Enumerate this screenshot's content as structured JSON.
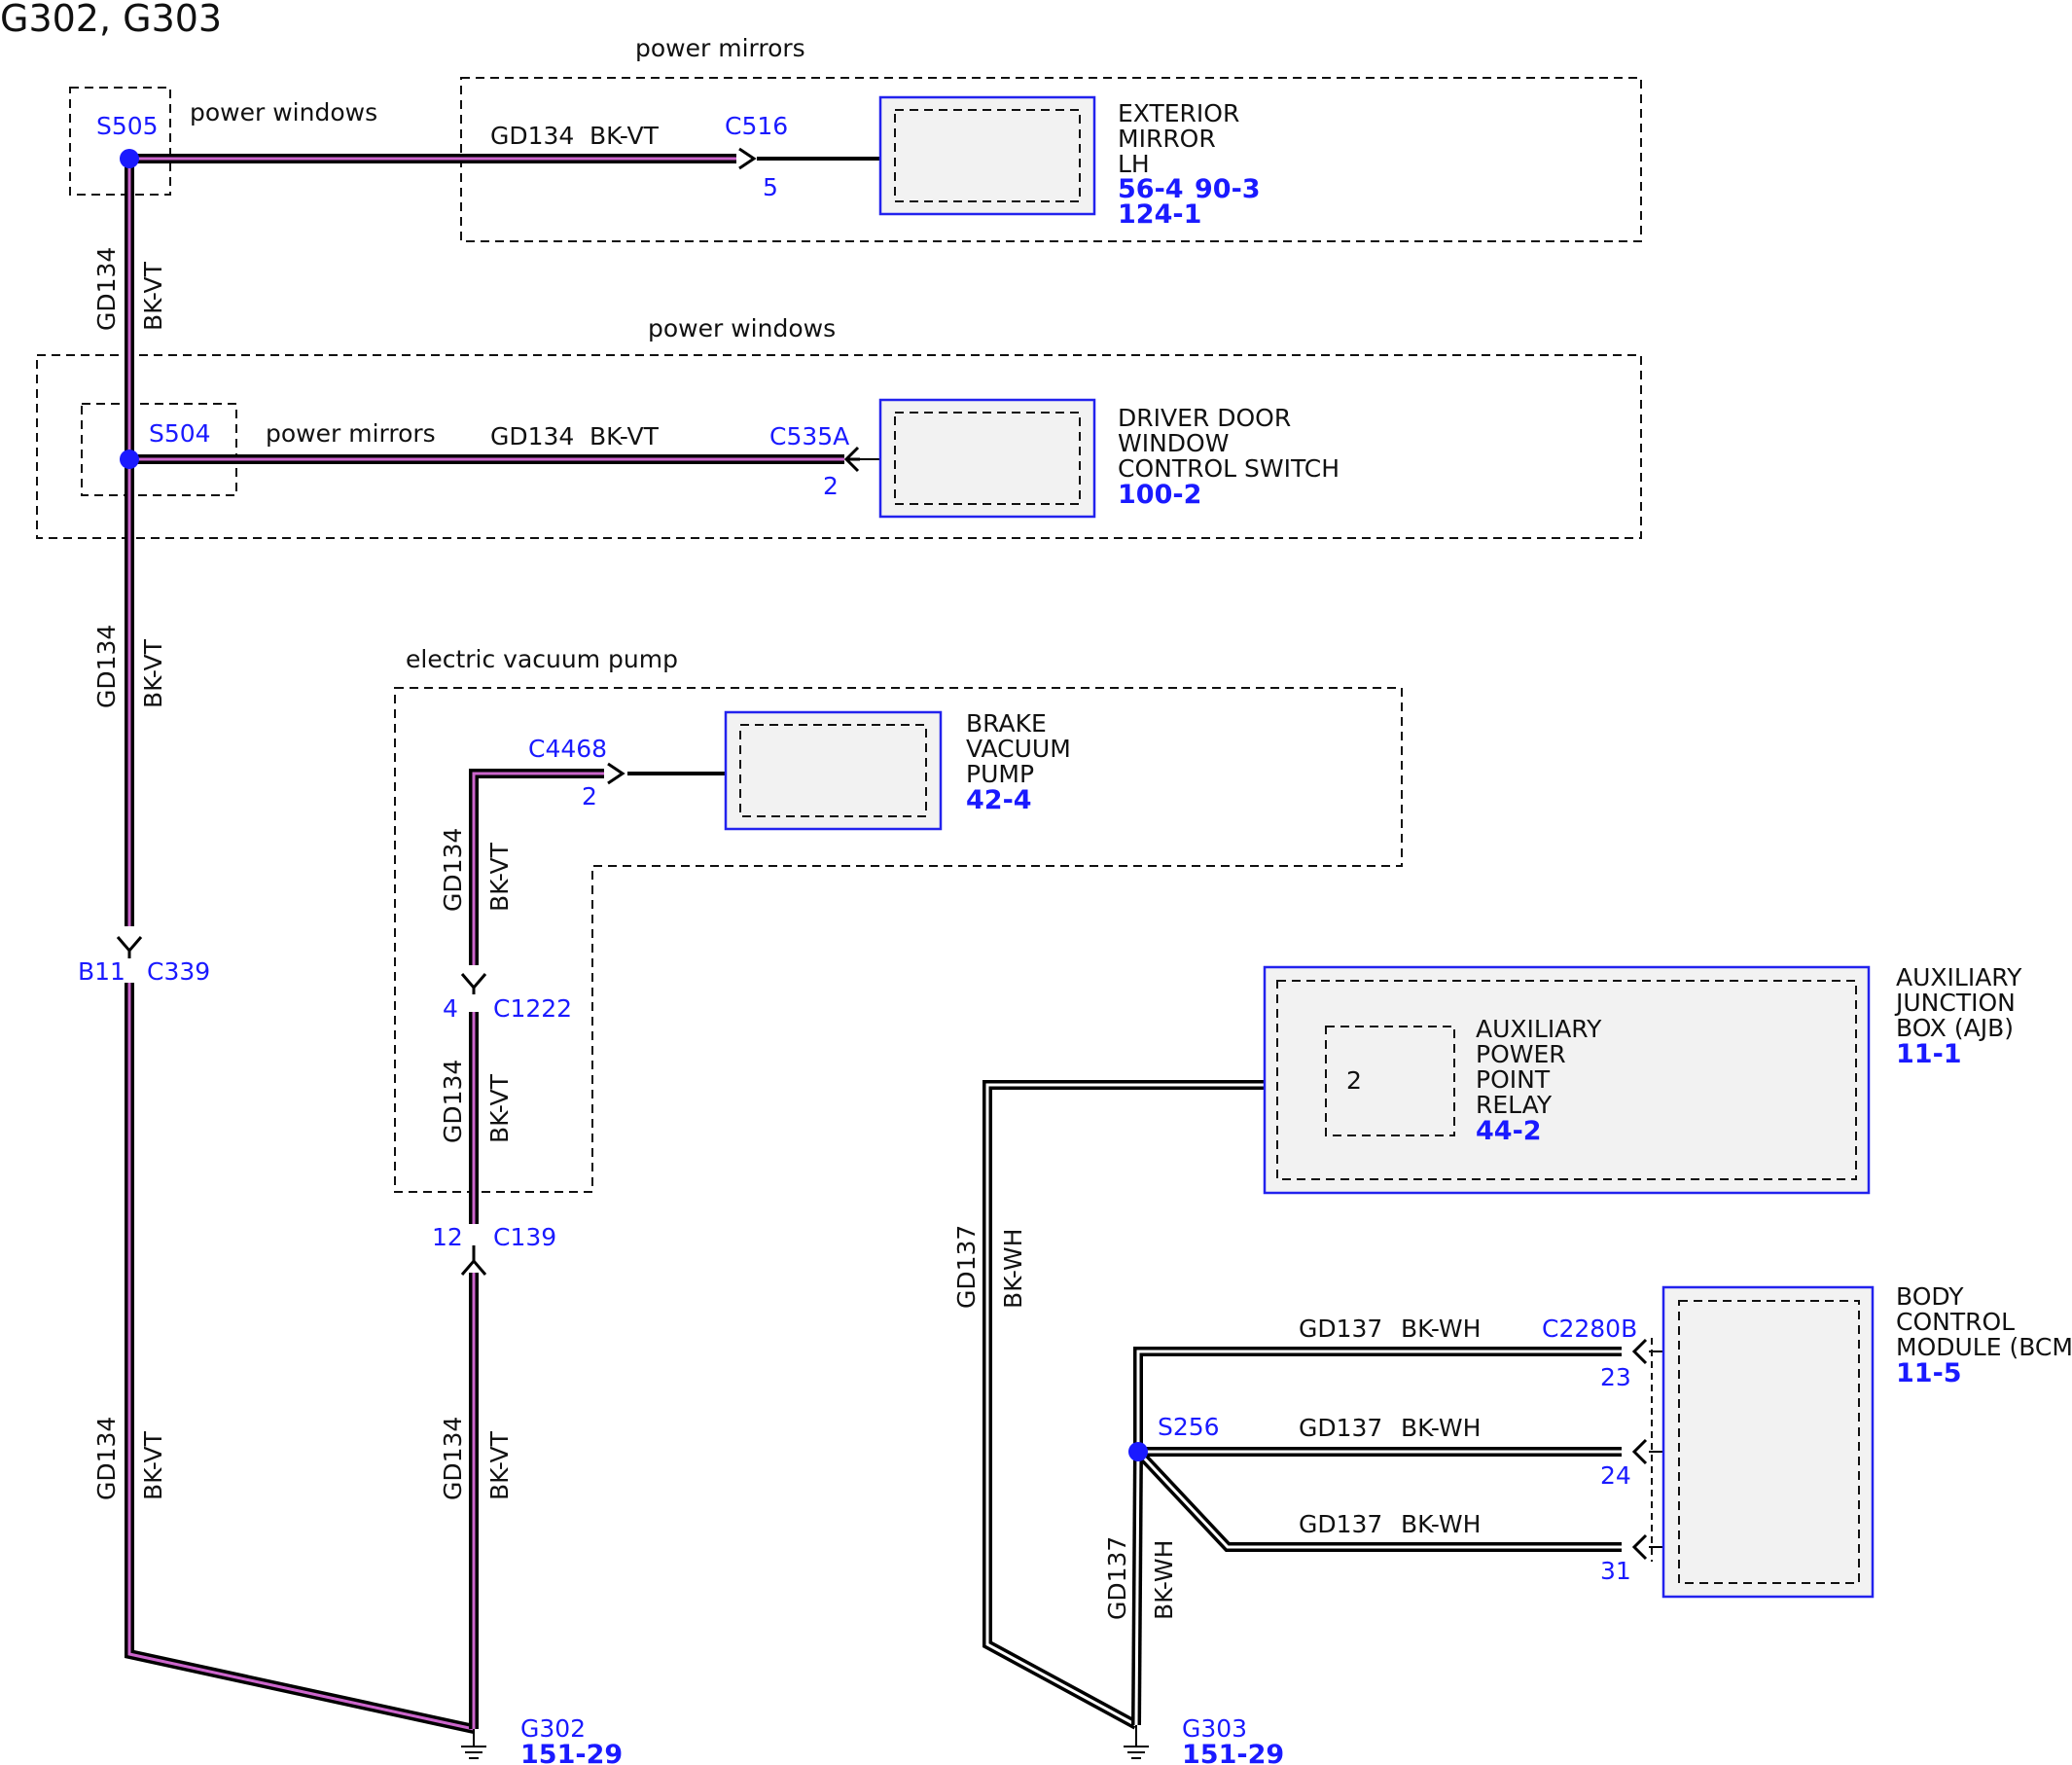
{
  "title": "G302, G303",
  "colors": {
    "wire_stripe_bk_vt": "#cc66cc",
    "wire_stripe_bk_wh": "#ffffff",
    "link_blue": "#1a1aff",
    "component_fill": "#f2f2f2"
  },
  "regions": {
    "power_mirrors_top": "power mirrors",
    "power_windows_top": "power windows",
    "power_windows_mid": "power windows",
    "power_mirrors_mid": "power mirrors",
    "electric_vacuum_pump": "electric vacuum pump"
  },
  "splices": {
    "s505": "S505",
    "s504": "S504",
    "s256": "S256"
  },
  "wires": {
    "gd134": "GD134",
    "bk_vt": "BK-VT",
    "gd137": "GD137",
    "bk_wh": "BK-WH"
  },
  "connectors": {
    "c516": {
      "name": "C516",
      "pin": "5"
    },
    "c535a": {
      "name": "C535A",
      "pin": "2"
    },
    "c4468": {
      "name": "C4468",
      "pin": "2"
    },
    "c339": {
      "name": "C339",
      "pin": "B11"
    },
    "c1222": {
      "name": "C1222",
      "pin": "4"
    },
    "c139": {
      "name": "C139",
      "pin": "12"
    },
    "c2280b": {
      "name": "C2280B",
      "pins": [
        "23",
        "24",
        "31"
      ]
    }
  },
  "components": {
    "exterior_mirror": {
      "lines": [
        "EXTERIOR",
        "MIRROR",
        "LH"
      ],
      "refs": [
        "56-4",
        "90-3",
        "124-1"
      ]
    },
    "driver_door_switch": {
      "lines": [
        "DRIVER DOOR",
        "WINDOW",
        "CONTROL SWITCH"
      ],
      "refs": [
        "100-2"
      ]
    },
    "brake_vacuum_pump": {
      "lines": [
        "BRAKE",
        "VACUUM",
        "PUMP"
      ],
      "refs": [
        "42-4"
      ]
    },
    "ajb": {
      "lines": [
        "AUXILIARY",
        "JUNCTION",
        "BOX (AJB)"
      ],
      "refs": [
        "11-1"
      ]
    },
    "power_point_relay": {
      "lines": [
        "AUXILIARY",
        "POWER",
        "POINT",
        "RELAY"
      ],
      "refs": [
        "44-2"
      ],
      "pin": "2"
    },
    "bcm": {
      "lines": [
        "BODY",
        "CONTROL",
        "MODULE (BCM)"
      ],
      "refs": [
        "11-5"
      ]
    }
  },
  "grounds": {
    "g302": {
      "name": "G302",
      "ref": "151-29"
    },
    "g303": {
      "name": "G303",
      "ref": "151-29"
    }
  }
}
